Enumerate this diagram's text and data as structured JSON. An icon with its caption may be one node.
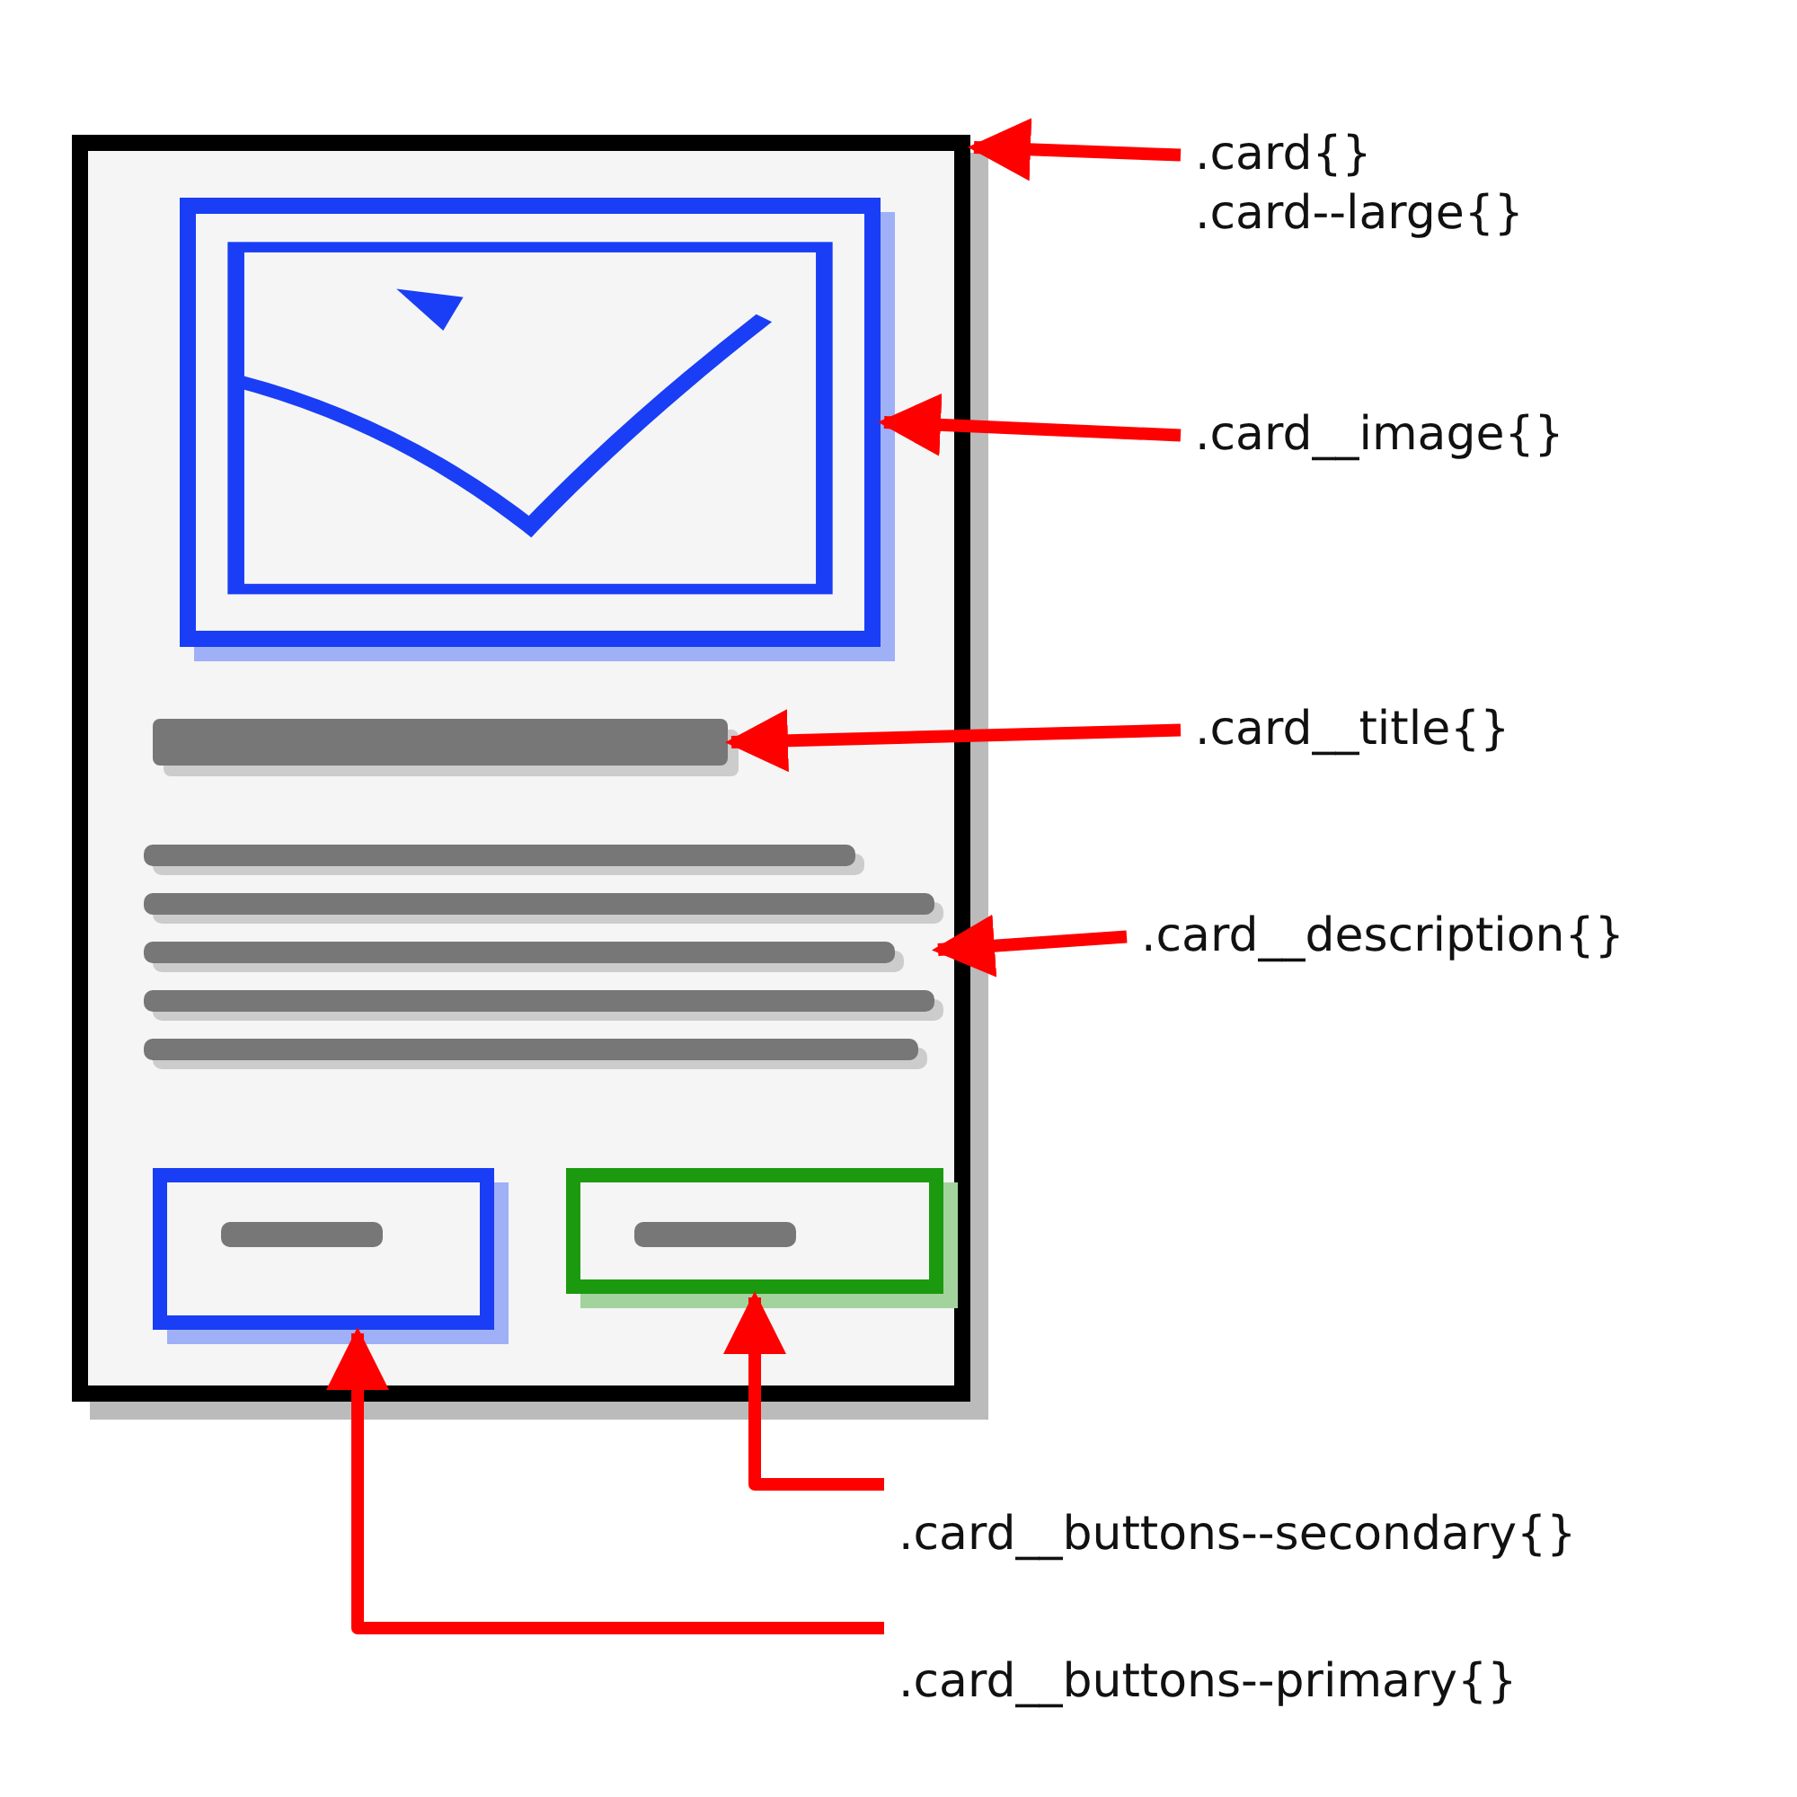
{
  "diagram": {
    "nodes": [
      {
        "text": [],
        "shape": "box"
      },
      {
        "text": [],
        "shape": "picture",
        "in": 0
      },
      {
        "text": [],
        "shape": "bar",
        "in": 0
      },
      {
        "text": [],
        "shape": "bar",
        "in": 0
      },
      {
        "text": [],
        "shape": "box",
        "in": 0
      },
      {
        "text": [],
        "shape": "box",
        "in": 0
      },
      {
        "text": [
          ".card{}",
          ".card--large{}"
        ]
      },
      {
        "text": [
          ".card__image{}"
        ]
      },
      {
        "text": [
          ".card__title{}"
        ]
      },
      {
        "text": [
          ".card__description{}"
        ]
      },
      {
        "text": [
          ".card__buttons--secondary{}"
        ]
      },
      {
        "text": [
          ".card__buttons--primary{}"
        ]
      }
    ],
    "edges": [
      {
        "from": 6,
        "to": 0,
        "arrow": "to"
      },
      {
        "from": 7,
        "to": 1,
        "arrow": "to"
      },
      {
        "from": 8,
        "to": 2,
        "arrow": "to"
      },
      {
        "from": 9,
        "to": 3,
        "arrow": "to"
      },
      {
        "from": 10,
        "to": 5,
        "arrow": "to"
      },
      {
        "from": 11,
        "to": 4,
        "arrow": "to"
      }
    ]
  }
}
